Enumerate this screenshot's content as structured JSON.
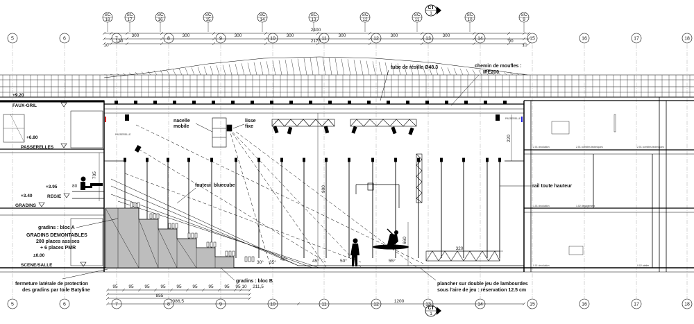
{
  "grid_labels": [
    "5",
    "6",
    "7",
    "8",
    "9",
    "10",
    "11",
    "12",
    "13",
    "14",
    "15",
    "16",
    "17",
    "18"
  ],
  "sc_markers": [
    "SC 18",
    "SC 17",
    "SC 16",
    "SC 15",
    "SC 14",
    "SC 13",
    "SC 12",
    "SC 11",
    "SC 10",
    "SC 9"
  ],
  "section_marker": {
    "label": "CT",
    "sub": "1"
  },
  "top_dimensions": {
    "overall": "2400",
    "inner": "2170",
    "spans": [
      "300",
      "300",
      "300",
      "300",
      "300",
      "300",
      "300"
    ],
    "left": [
      "120",
      "10"
    ],
    "right": [
      "90",
      "10"
    ]
  },
  "levels": [
    {
      "elevation": "+9.20",
      "name": "FAUX-GRIL"
    },
    {
      "elevation": "+6.80",
      "name": "PASSERELLES"
    },
    {
      "elevation": "+3.40",
      "name": "GRADINS"
    },
    {
      "elevation": "+3.95",
      "name": "REGIE"
    },
    {
      "elevation": "±0.00",
      "name": "SCENE/SALLE"
    }
  ],
  "annotations": {
    "tube": "tube de résille Ø48.3",
    "chemin_1": "chemin de moufles :",
    "chemin_2": "IPE200",
    "nacelle_1": "nacelle",
    "nacelle_2": "mobile",
    "lisse_1": "lisse",
    "lisse_2": "fixe",
    "fauteuil": "fauteuil bluecube",
    "rail": "rail toute hauteur",
    "gradins_a": "gradins : bloc A",
    "gradins_dem": "GRADINS DEMONTABLES",
    "places_1": "208 places assises",
    "places_2": "+ 6 places PMR",
    "gradins_b": "gradins : bloc B",
    "fermeture_1": "fermeture latérale de protection",
    "fermeture_2": "des gradins par toile Batyline",
    "plancher_1": "plancher sur double jeu de lambourdes",
    "plancher_2": "sous l'aire de jeu : réservation 12.5 cm",
    "passerelle_l": "PASSERELLE",
    "passerelle_r": "PASSERELLE",
    "room_1": "2.01 circulation",
    "room_2": "2.01 combles techniques",
    "room_3": "1.01 circulation",
    "room_4": "1.02 dégagement",
    "room_5": "0.01 circulation",
    "room_6": "0.02 atelier"
  },
  "vertical_dims": {
    "left_705": "705",
    "right_220": "220",
    "nine_hundred": "900",
    "six_sixty": "660",
    "eighty": "80",
    "three_twenty": "320"
  },
  "bottom_dimensions": {
    "steps": [
      "95",
      "95",
      "95",
      "95",
      "95",
      "95",
      "95",
      "95",
      "95",
      "10",
      "211,5"
    ],
    "sub": "855",
    "sub2": "1086,5",
    "stage": "1200"
  },
  "angles": [
    "30°",
    "35°",
    "40°",
    "45°",
    "50°",
    "55°"
  ]
}
